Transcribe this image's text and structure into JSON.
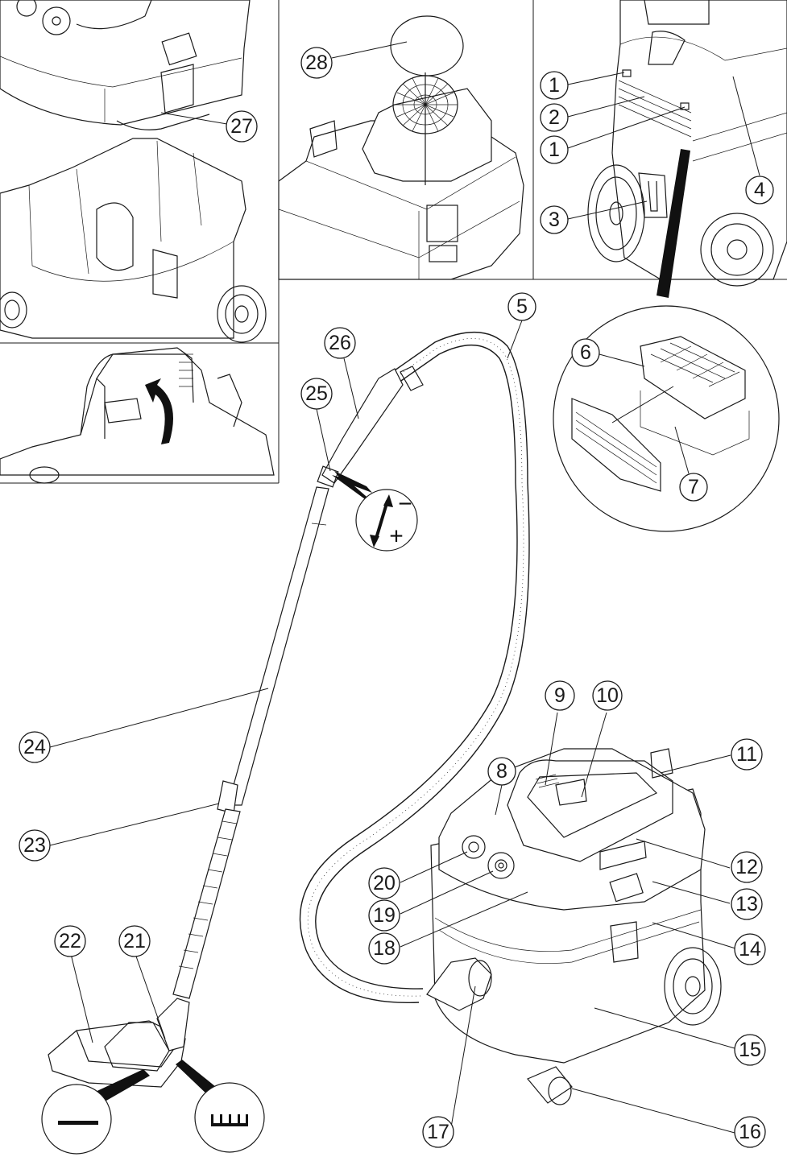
{
  "diagram": {
    "subject": "Wet and dry vacuum cleaner – device overview",
    "colors": {
      "line": "#1a1a1a",
      "background": "#ffffff",
      "fill_accent": "#111111"
    },
    "panels": [
      {
        "id": "panel-top-left",
        "content": "Motor head lifted from dirt container",
        "callouts": [
          "27"
        ]
      },
      {
        "id": "panel-top-middle",
        "content": "Motor head underside with float cage and flat pleated filter",
        "callouts": [
          "28"
        ]
      },
      {
        "id": "panel-top-right",
        "content": "Rear view of device",
        "callouts": [
          "1",
          "2",
          "1",
          "3",
          "4"
        ]
      },
      {
        "id": "panel-middle-left",
        "content": "Carry handle folding",
        "callouts": []
      },
      {
        "id": "panel-main",
        "content": "Complete device with hose and floor nozzle",
        "callouts": [
          "5",
          "8",
          "9",
          "10",
          "11",
          "12",
          "13",
          "14",
          "15",
          "16",
          "17",
          "18",
          "19",
          "20",
          "21",
          "22",
          "23",
          "24",
          "25",
          "26"
        ]
      }
    ],
    "callouts": [
      {
        "number": "1"
      },
      {
        "number": "2"
      },
      {
        "number": "1"
      },
      {
        "number": "3"
      },
      {
        "number": "4"
      },
      {
        "number": "5"
      },
      {
        "number": "6"
      },
      {
        "number": "7"
      },
      {
        "number": "8"
      },
      {
        "number": "9"
      },
      {
        "number": "10"
      },
      {
        "number": "11"
      },
      {
        "number": "12"
      },
      {
        "number": "13"
      },
      {
        "number": "14"
      },
      {
        "number": "15"
      },
      {
        "number": "16"
      },
      {
        "number": "17"
      },
      {
        "number": "18"
      },
      {
        "number": "19"
      },
      {
        "number": "20"
      },
      {
        "number": "21"
      },
      {
        "number": "22"
      },
      {
        "number": "23"
      },
      {
        "number": "24"
      },
      {
        "number": "25"
      },
      {
        "number": "26"
      },
      {
        "number": "27"
      },
      {
        "number": "28"
      }
    ],
    "detail_insets": [
      {
        "id": "filter-detail",
        "content": "Exhaust filter cover with filter cartridge and foam",
        "callouts": [
          "6",
          "7"
        ]
      },
      {
        "id": "suction-control-detail",
        "symbols": {
          "minus": "−",
          "plus": "+"
        },
        "icon": "double-arrow-icon"
      },
      {
        "id": "hard-floor-detail",
        "icon": "flat-line-icon"
      },
      {
        "id": "carpet-detail",
        "icon": "brush-strip-icon"
      }
    ]
  }
}
